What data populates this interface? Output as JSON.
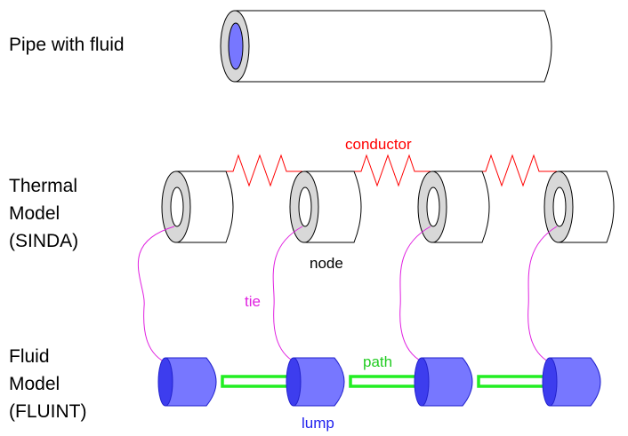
{
  "labels": {
    "pipe": "Pipe with fluid",
    "thermal_model": [
      "Thermal",
      "Model",
      "(SINDA)"
    ],
    "fluid_model": [
      "Fluid",
      "Model",
      "(FLUINT)"
    ],
    "conductor": "conductor",
    "node": "node",
    "tie": "tie",
    "path": "path",
    "lump": "lump"
  },
  "colors": {
    "conductor": "#ff0000",
    "tie": "#e020e0",
    "path": "#22ee22",
    "lump": "#3333ff",
    "lump_fill": "#7777ff",
    "lump_face": "#3d3dee",
    "node_face": "#d8d8d8",
    "pipe_fluid": "#7777ff",
    "outline": "#000000"
  }
}
